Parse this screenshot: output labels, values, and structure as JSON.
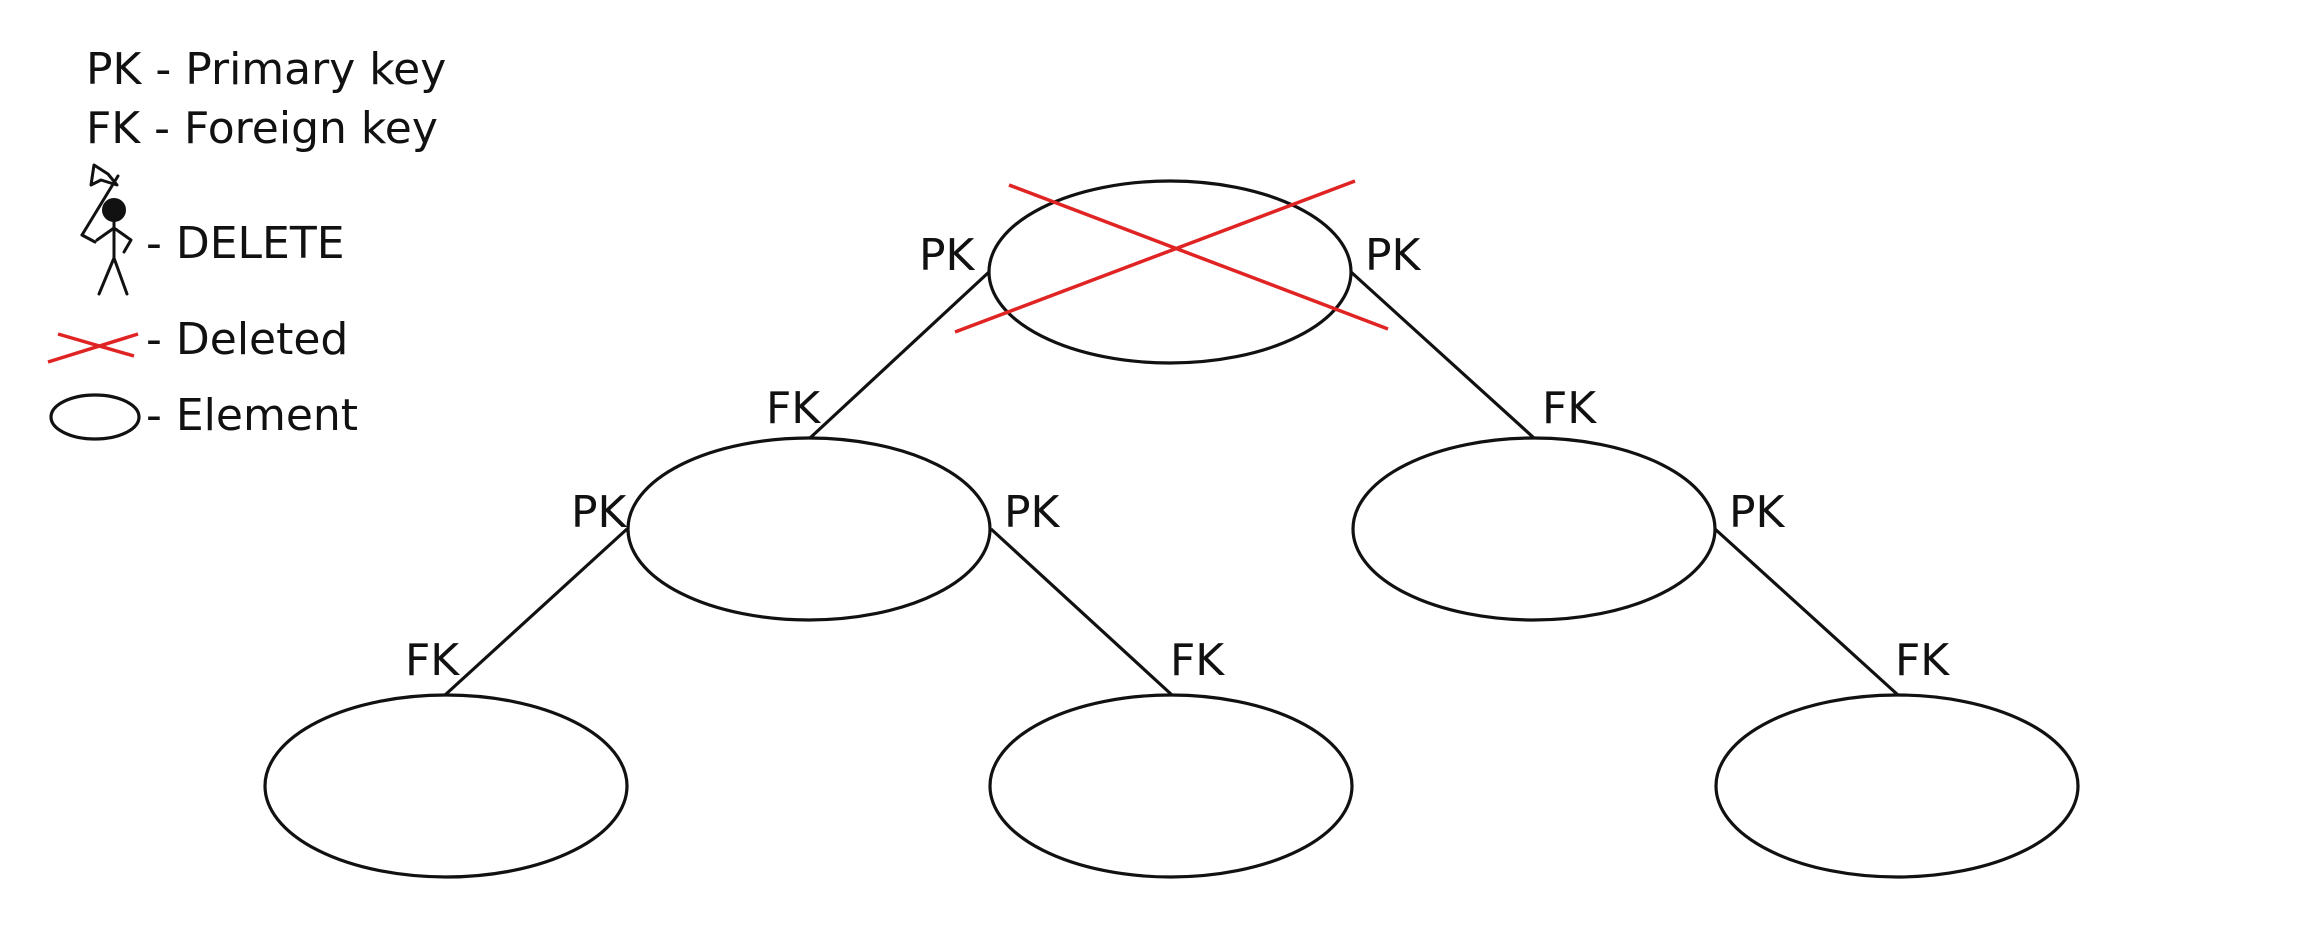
{
  "legend": {
    "pk_line": "PK - Primary key",
    "fk_line": "FK - Foreign key",
    "delete_label": "- DELETE",
    "deleted_label": "- Deleted",
    "element_label": "- Element"
  },
  "labels": {
    "pk": "PK",
    "fk": "FK"
  },
  "colors": {
    "line": "#111111",
    "deleted": "#e02424"
  },
  "icons": {
    "delete": "stick-figure-with-axe-icon",
    "deleted": "red-cross-icon",
    "element": "ellipse-icon"
  }
}
